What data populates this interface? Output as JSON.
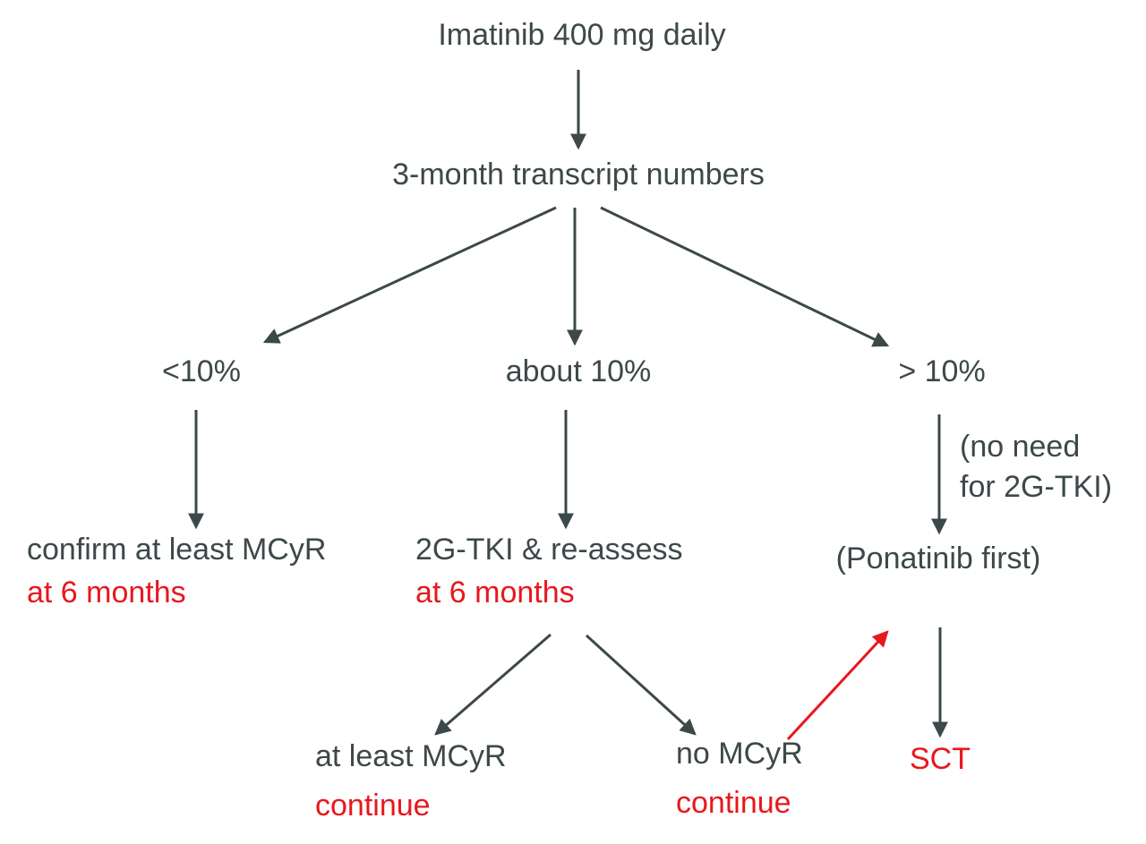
{
  "colors": {
    "ink": "#3d4849",
    "accent": "#e8171d",
    "bg": "#ffffff"
  },
  "flowchart": {
    "start": "Imatinib 400 mg daily",
    "assessment": "3-month transcript numbers",
    "branches": {
      "low": {
        "condition": "<10%",
        "action": "confirm at least MCyR",
        "note": "at 6 months"
      },
      "mid": {
        "condition": "about 10%",
        "action": "2G-TKI & re-assess",
        "note": "at 6 months",
        "outcomes": {
          "good": {
            "result": "at least MCyR",
            "note": "continue"
          },
          "bad": {
            "result": "no MCyR",
            "note": "continue"
          }
        }
      },
      "high": {
        "condition": "> 10%",
        "arrow_note": [
          "(no need",
          "for 2G-TKI)"
        ],
        "action": "(Ponatinib first)",
        "final": "SCT"
      }
    }
  }
}
